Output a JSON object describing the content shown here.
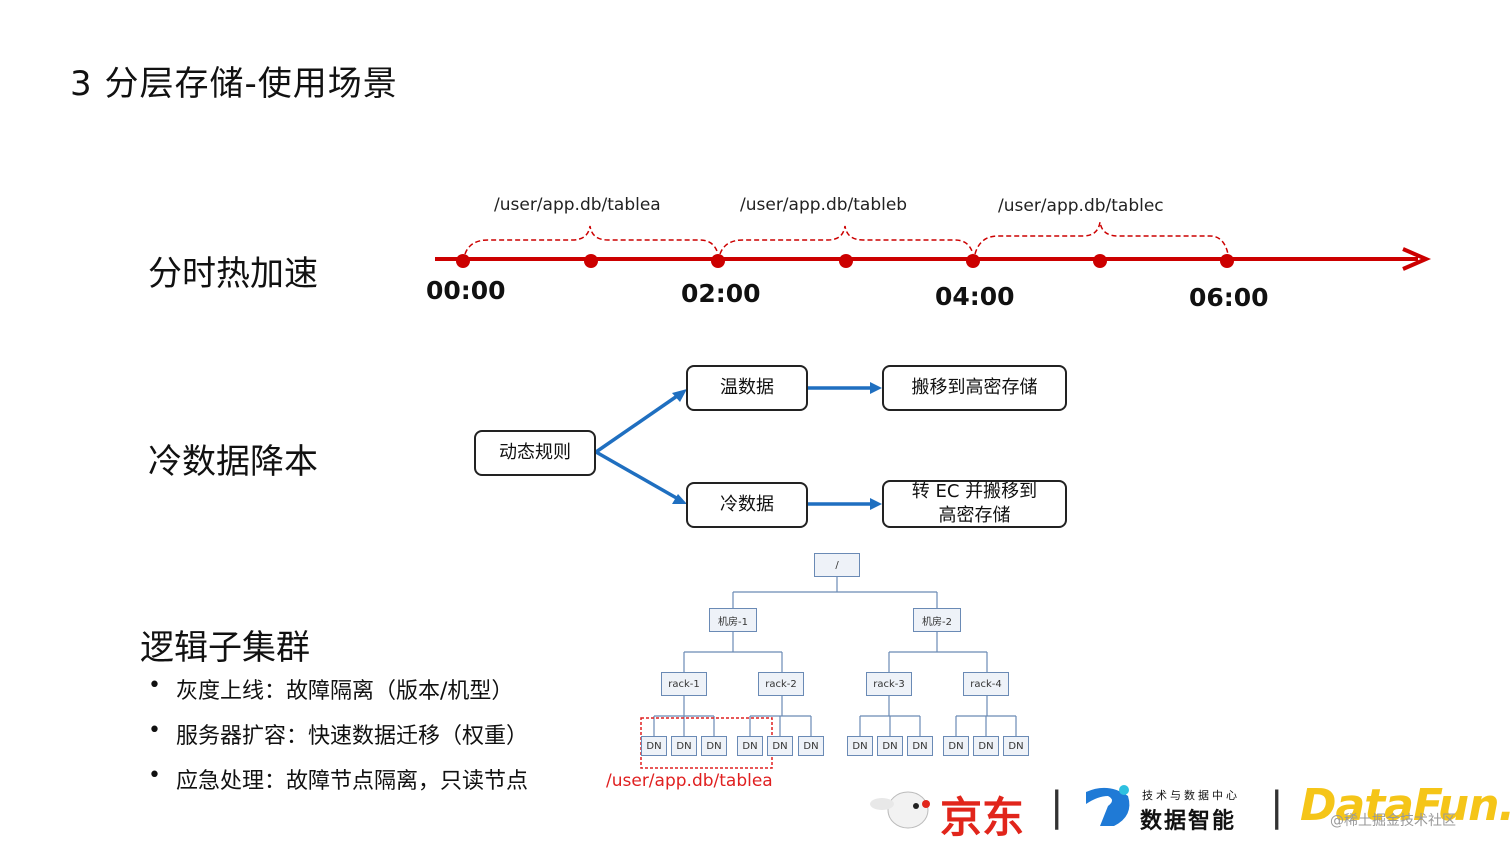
{
  "title": "3  分层存储-使用场景",
  "sections": {
    "hot": "分时热加速",
    "cold": "冷数据降本",
    "logical": "逻辑子集群"
  },
  "timeline": {
    "times": [
      "00:00",
      "02:00",
      "04:00",
      "06:00"
    ],
    "paths": [
      "/user/app.db/tablea",
      "/user/app.db/tableb",
      "/user/app.db/tablec"
    ]
  },
  "flow": {
    "rule": "动态规则",
    "warm": "温数据",
    "cold": "冷数据",
    "warm_action": "搬移到高密存储",
    "cold_action_line1": "转 EC 并搬移到",
    "cold_action_line2": "高密存储"
  },
  "bullets": [
    "灰度上线：故障隔离（版本/机型）",
    "服务器扩容：快速数据迁移（权重）",
    "应急处理：故障节点隔离，只读节点"
  ],
  "tree": {
    "root": "/",
    "rooms": [
      "机房-1",
      "机房-2"
    ],
    "racks": [
      "rack-1",
      "rack-2",
      "rack-3",
      "rack-4"
    ],
    "dn": "DN",
    "highlight_path": "/user/app.db/tablea"
  },
  "logos": {
    "jd": "京东",
    "center_sub": "技术与数据中心",
    "center_main": "数据智能",
    "datafun": "DataFun.",
    "watermark": "@稀土掘金技术社区"
  },
  "colors": {
    "timeline": "#cc0000",
    "arrow": "#1f6fc0",
    "highlight": "#e02020"
  }
}
